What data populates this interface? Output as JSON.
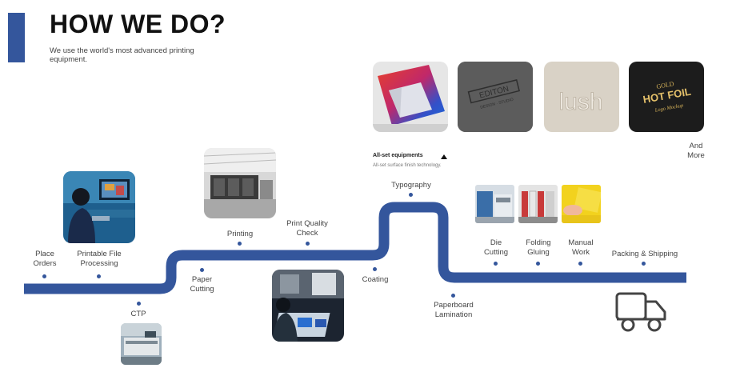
{
  "header": {
    "title": "HOW WE DO?",
    "subtitle": "We use the world's most advanced printing equipment."
  },
  "steps": {
    "place_orders": [
      "Place",
      "Orders"
    ],
    "printable_file": [
      "Printable File",
      "Processing"
    ],
    "ctp": [
      "CTP"
    ],
    "paper_cutting": [
      "Paper",
      "Cutting"
    ],
    "printing": [
      "Printing"
    ],
    "quality_check": [
      "Print Quality",
      "Check"
    ],
    "coating": [
      "Coating"
    ],
    "typography": [
      "Typography"
    ],
    "lamination": [
      "Paperboard",
      "Lamination"
    ],
    "die_cutting": [
      "Die",
      "Cutting"
    ],
    "folding_gluing": [
      "Folding",
      "Gluing"
    ],
    "manual_work": [
      "Manual",
      "Work"
    ],
    "packing_shipping": [
      "Packing & Shipping"
    ],
    "and_more": [
      "And",
      "More"
    ]
  },
  "legend": {
    "title": "All-set equipments",
    "subtitle": "All-set surface finish technology."
  },
  "samples": {
    "editon_line1": "EDITON",
    "editon_line2": "DESIGN · STUDIO",
    "lush": "lush",
    "gold": "GOLD",
    "hot_foil": "HOT FOIL",
    "logo_mockup": "Logo Mockup"
  },
  "colors": {
    "accent": "#34569c",
    "text": "#444444"
  }
}
